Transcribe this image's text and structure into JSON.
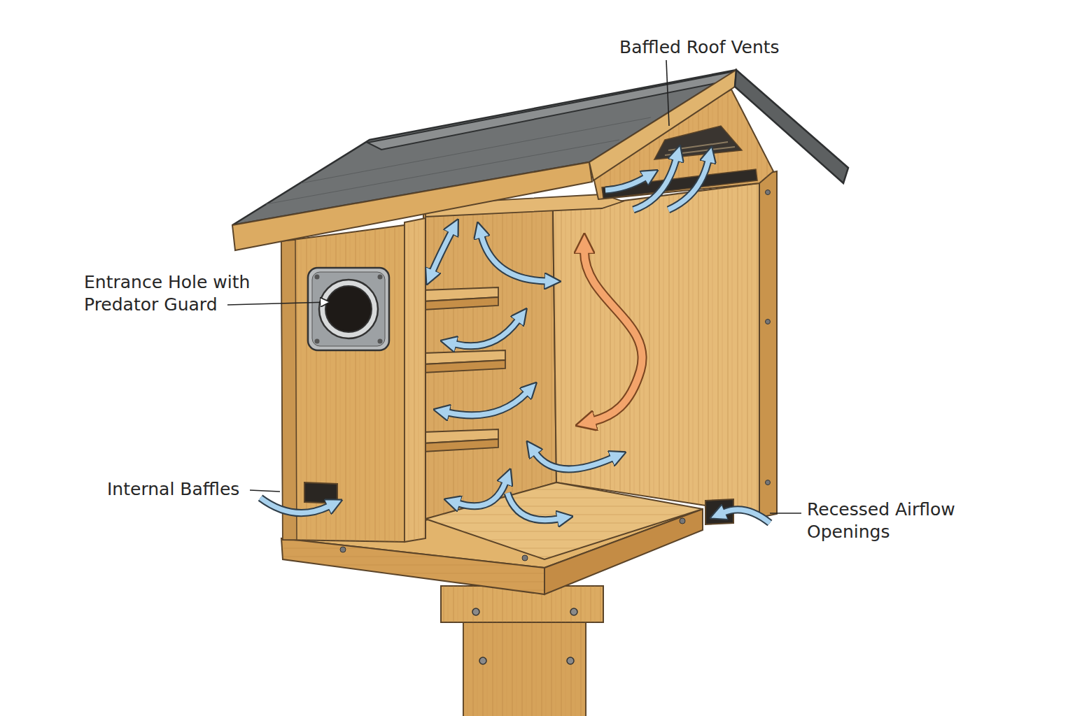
{
  "diagram": {
    "labels": [
      "Baffled Roof Vents",
      "Entrance Hole with Predator Guard",
      "Internal Baffles",
      "Recessed Airflow Openings"
    ]
  }
}
